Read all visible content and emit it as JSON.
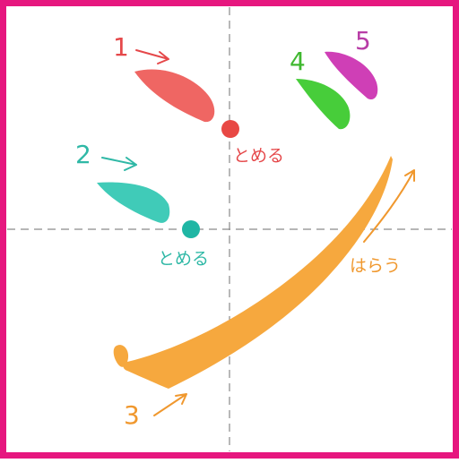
{
  "colors": {
    "frame": "#e6177f",
    "stroke1": "#ef6663",
    "stroke2": "#40cbb8",
    "stroke3": "#f6a83e",
    "stroke4": "#47cd3a",
    "stroke5": "#cf3fb6",
    "guide": "#8a8a8a"
  },
  "strokes": [
    {
      "order": "1",
      "label": "とめる"
    },
    {
      "order": "2",
      "label": "とめる"
    },
    {
      "order": "3",
      "label": "はらう"
    },
    {
      "order": "4"
    },
    {
      "order": "5"
    }
  ]
}
